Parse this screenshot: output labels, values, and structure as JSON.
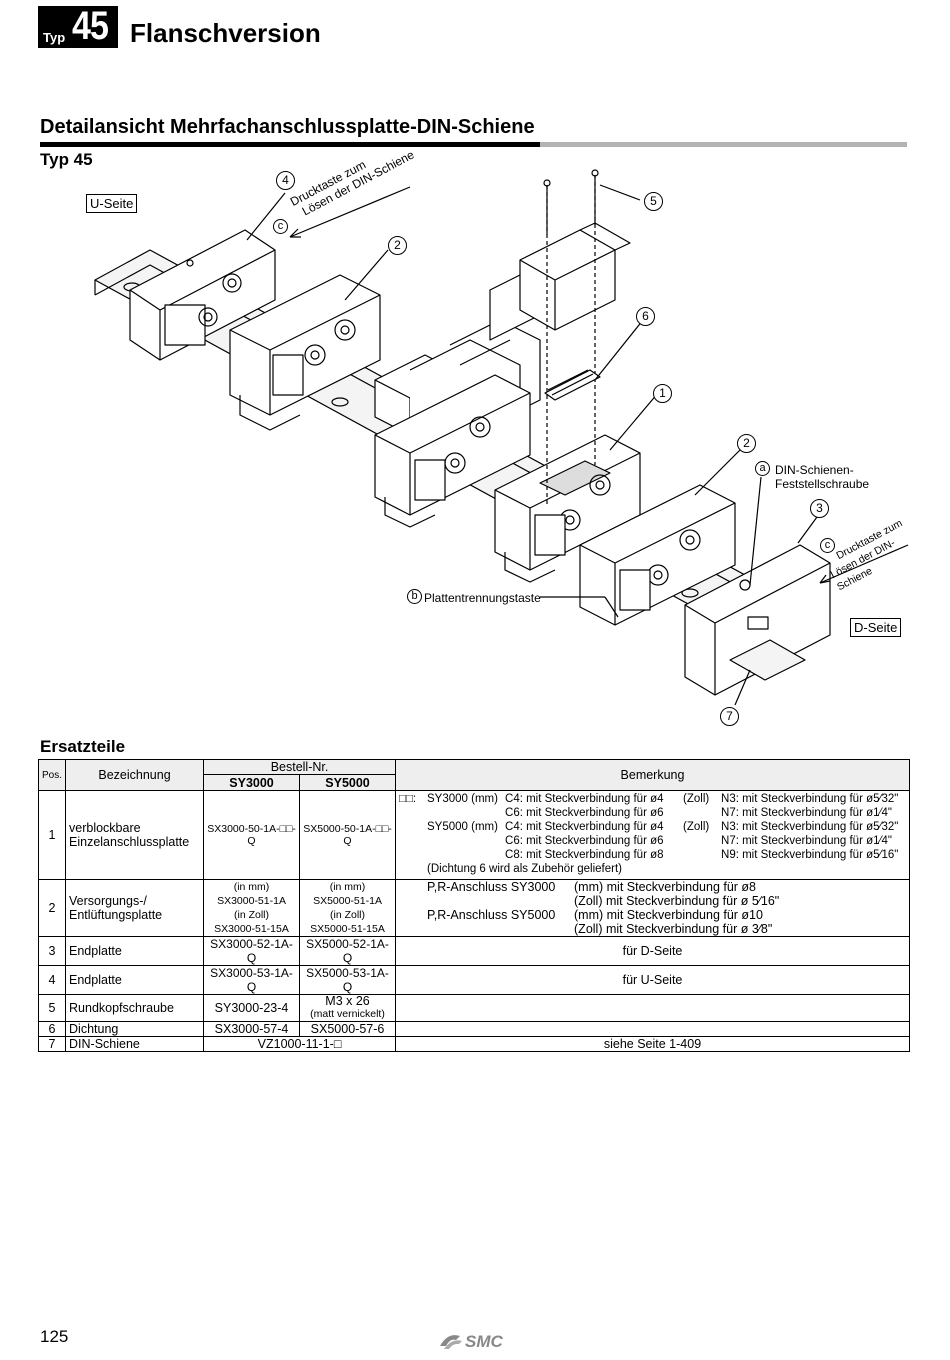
{
  "header": {
    "badge_small": "Typ",
    "badge_number": "45",
    "title": "Flanschversion"
  },
  "section": {
    "title": "Detailansicht Mehrfachanschlussplatte-DIN-Schiene",
    "subtitle": "Typ 45"
  },
  "diagram": {
    "u_side": "U-Seite",
    "d_side": "D-Seite",
    "callout_1": "1",
    "callout_2": "2",
    "callout_3": "3",
    "callout_4": "4",
    "callout_5": "5",
    "callout_6": "6",
    "callout_7": "7",
    "callout_a": "a",
    "callout_b": "b",
    "callout_c": "c",
    "note_c_line1": "Drucktaste zum",
    "note_c_line2": "Lösen der DIN-Schiene",
    "note_a_line1": "DIN-Schienen-",
    "note_a_line2": "Feststellschraube",
    "note_b": "Plattentrennungstaste"
  },
  "parts": {
    "title": "Ersatzteile",
    "headers": {
      "pos": "Pos.",
      "name": "Bezeichnung",
      "order": "Bestell-Nr.",
      "sy3000": "SY3000",
      "sy5000": "SY5000",
      "remark": "Bemerkung"
    },
    "rows": [
      {
        "pos": "1",
        "name1": "verblockbare",
        "name2": "Einzelanschlussplatte",
        "sy3000": "SX3000-50-1A-□□-Q",
        "sy5000": "SX5000-50-1A-□□-Q",
        "remark": [
          [
            "□□:",
            "SY3000 (mm)",
            "C4: mit Steckverbindung für ø4",
            "(Zoll)",
            "N3: mit Steckverbindung für ø5⁄32\""
          ],
          [
            "",
            "",
            "C6: mit Steckverbindung für ø6",
            "",
            "N7: mit Steckverbindung für ø1⁄4\""
          ],
          [
            "",
            "SY5000 (mm)",
            "C4: mit Steckverbindung für ø4",
            "(Zoll)",
            "N3: mit Steckverbindung für ø5⁄32\""
          ],
          [
            "",
            "",
            "C6: mit Steckverbindung für ø6",
            "",
            "N7: mit Steckverbindung für ø1⁄4\""
          ],
          [
            "",
            "",
            "C8: mit Steckverbindung für ø8",
            "",
            "N9: mit Steckverbindung für ø5⁄16\""
          ]
        ],
        "remark_note": "(Dichtung 6 wird als Zubehör geliefert)"
      },
      {
        "pos": "2",
        "name1": "Versorgungs-/",
        "name2": "Entlüftungsplatte",
        "sy3000_lines": [
          "(in mm)",
          "SX3000-51-1A",
          "(in Zoll)",
          "SX3000-51-15A"
        ],
        "sy5000_lines": [
          "(in mm)",
          "SX5000-51-1A",
          "(in Zoll)",
          "SX5000-51-15A"
        ],
        "remark": [
          [
            "P,R-Anschluss SY3000",
            "(mm) mit Steckverbindung für ø8"
          ],
          [
            "",
            "(Zoll) mit Steckverbindung für ø 5⁄16\""
          ],
          [
            "P,R-Anschluss SY5000",
            "(mm) mit Steckverbindung für ø10"
          ],
          [
            "",
            "(Zoll) mit Steckverbindung für ø 3⁄8\""
          ]
        ]
      },
      {
        "pos": "3",
        "name": "Endplatte",
        "sy3000": "SX3000-52-1A-Q",
        "sy5000": "SX5000-52-1A-Q",
        "remark": "für D-Seite"
      },
      {
        "pos": "4",
        "name": "Endplatte",
        "sy3000": "SX3000-53-1A-Q",
        "sy5000": "SX5000-53-1A-Q",
        "remark": "für U-Seite"
      },
      {
        "pos": "5",
        "name": "Rundkopfschraube",
        "sy3000": "SY3000-23-4",
        "sy5000": "M3 x 26",
        "sy5000_sub": "(matt vernickelt)",
        "remark": ""
      },
      {
        "pos": "6",
        "name": "Dichtung",
        "sy3000": "SX3000-57-4",
        "sy5000": "SX5000-57-6",
        "remark": ""
      },
      {
        "pos": "7",
        "name": "DIN-Schiene",
        "common": "VZ1000-11-1-□",
        "remark": "siehe Seite 1-409"
      }
    ]
  },
  "footer": {
    "page_number": "125",
    "logo": "SMC"
  }
}
